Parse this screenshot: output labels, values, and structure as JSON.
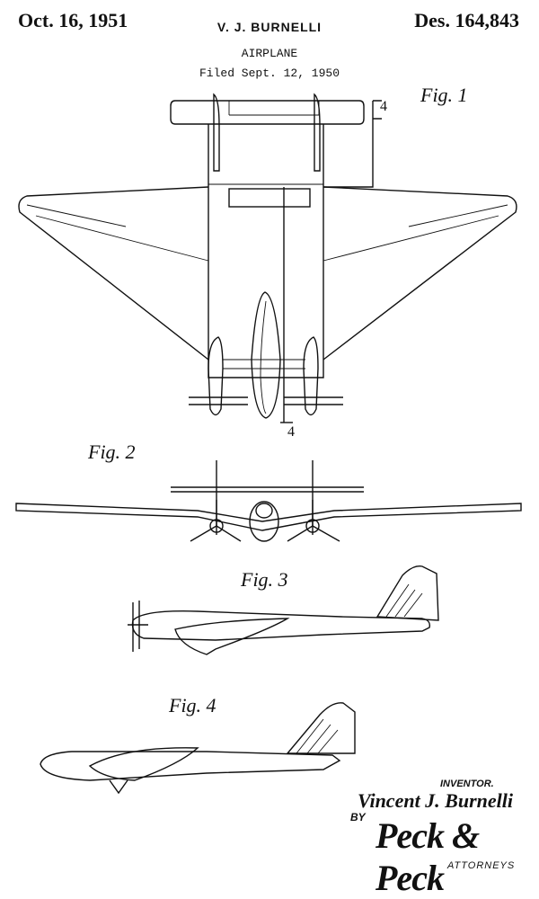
{
  "header": {
    "date": "Oct. 16, 1951",
    "inventor": "V. J. BURNELLI",
    "patent_number": "Des. 164,843",
    "title": "AIRPLANE",
    "filed": "Filed Sept. 12, 1950"
  },
  "figures": {
    "fig1": "Fig. 1",
    "fig2": "Fig. 2",
    "fig3": "Fig. 3",
    "fig4": "Fig. 4"
  },
  "section_marks": {
    "top": "4",
    "bottom": "4"
  },
  "signature": {
    "inventor_label": "INVENTOR.",
    "inventor_name": "Vincent J. Burnelli",
    "by": "BY",
    "attorneys_signature": "Peck & Peck",
    "attorneys_label": "ATTORNEYS"
  }
}
